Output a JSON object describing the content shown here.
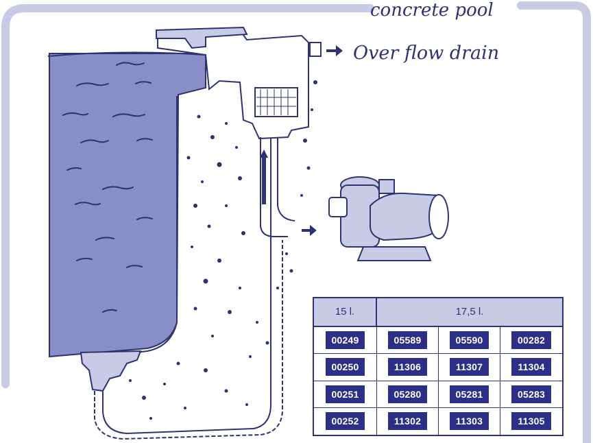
{
  "labels": {
    "pool_type": "concrete pool",
    "drain": "Over flow drain"
  },
  "colors": {
    "navy": "#2e3270",
    "water": "#8a8ec7",
    "light_frame": "#c8cae6",
    "code_bg": "#2b2f86"
  },
  "table": {
    "header_left": "15 l.",
    "header_right": "17,5 l.",
    "rows": [
      [
        "00249",
        "05589",
        "05590",
        "00282"
      ],
      [
        "00250",
        "11306",
        "11307",
        "11304"
      ],
      [
        "00251",
        "05280",
        "05281",
        "05283"
      ],
      [
        "00252",
        "11302",
        "11303",
        "11305"
      ]
    ]
  }
}
